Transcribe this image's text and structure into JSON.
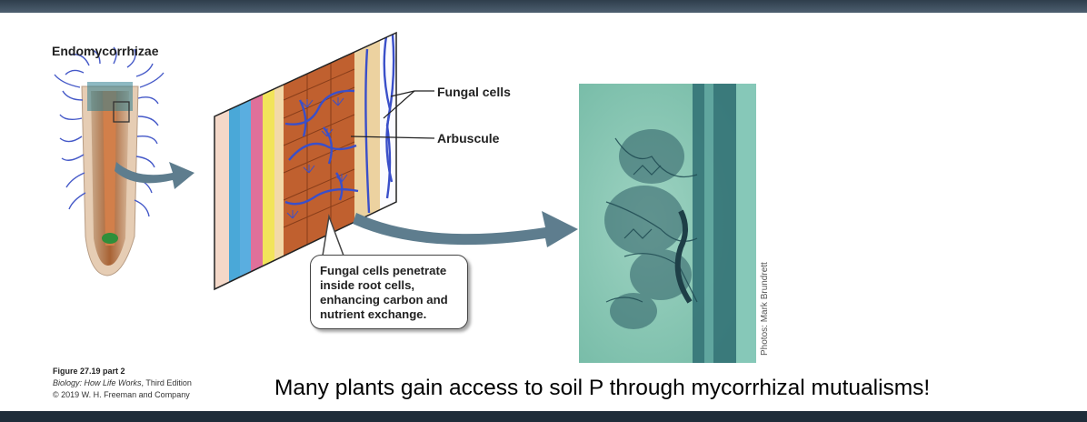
{
  "figure": {
    "root_title": "Endomycorrhizae",
    "label_fungal_cells": "Fungal cells",
    "label_arbuscule": "Arbuscule",
    "callout": "Fungal cells penetrate\ninside root cells,\nenhancing carbon and\nnutrient exchange.",
    "photo_credit": "Photos: Mark Brundrett",
    "figure_number": "Figure 27.19 part 2",
    "book_title": "Biology: How Life Works",
    "book_edition": ", Third Edition",
    "copyright": "© 2019 W. H. Freeman and Company"
  },
  "slide": {
    "headline": "Many plants gain access to soil P through mycorrhizal mutualisms!"
  },
  "colors": {
    "top_bar": "#3e4f60",
    "arrow": "#5e7d8e",
    "fungal_hyphae": "#3a4fc9",
    "cortex_cells": "#b8582e",
    "photo_background": "#7cc4b0"
  },
  "icons": {
    "arrow_to_detail": "curved-arrow-icon",
    "arrow_to_photo": "curved-arrow-icon"
  }
}
